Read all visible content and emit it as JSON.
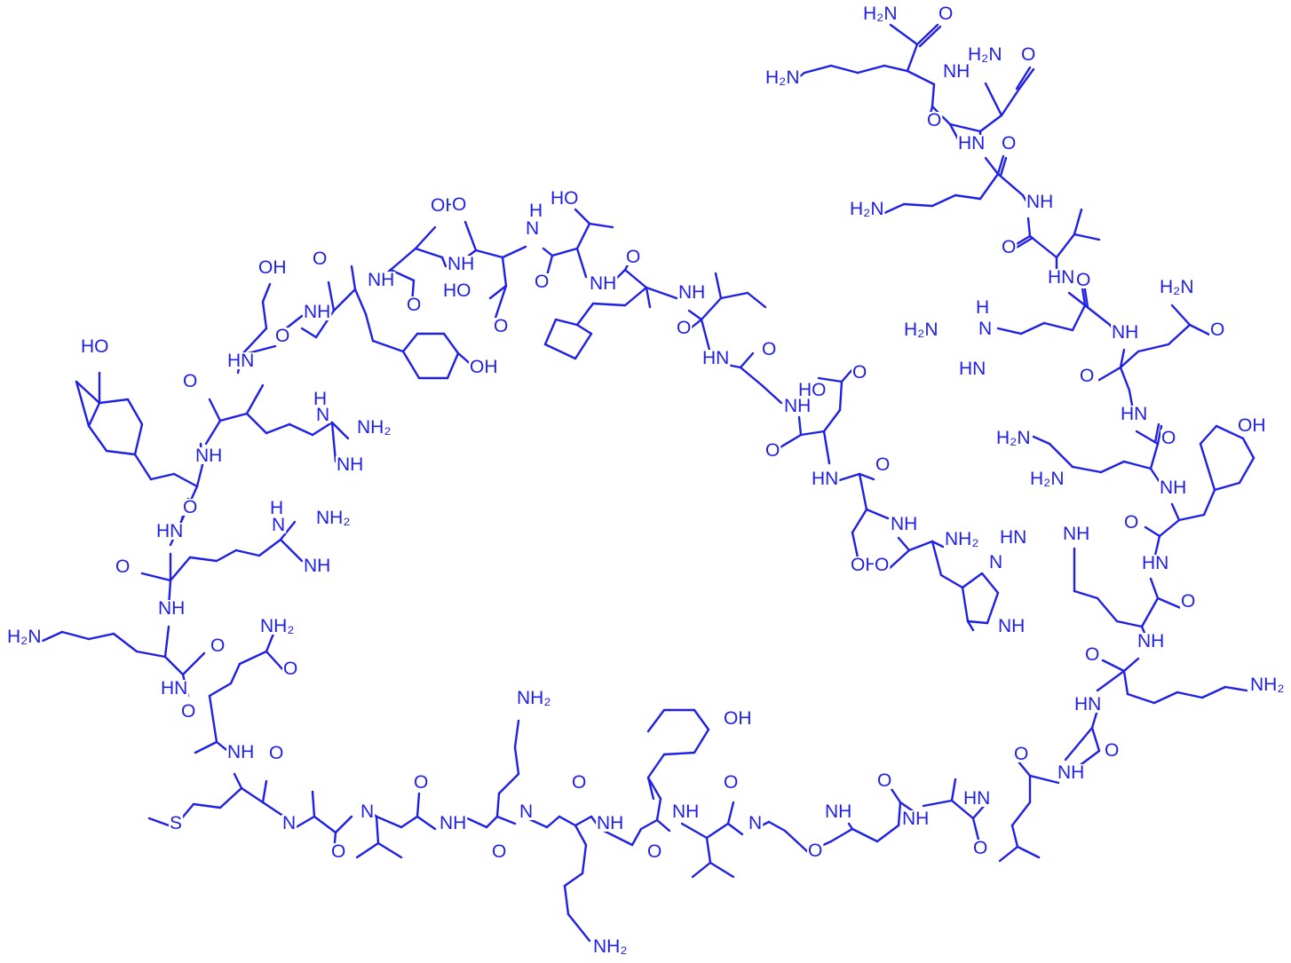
{
  "structure": {
    "color": "#1f1fe6",
    "atom_labels": [
      {
        "id": "nh2-top-amide",
        "text": "H₂N"
      },
      {
        "id": "o-top-amide",
        "text": "O"
      },
      {
        "id": "lys-c-nh2",
        "text": "H₂N"
      },
      {
        "id": "nh-c-term-1",
        "text": "NH"
      },
      {
        "id": "asn-side-nh2",
        "text": "H₂N"
      },
      {
        "id": "asn-side-o",
        "text": "O"
      },
      {
        "id": "asn-o",
        "text": "O"
      },
      {
        "id": "hn-asn",
        "text": "HN"
      },
      {
        "id": "o-lys2",
        "text": "O"
      },
      {
        "id": "lys2-nh2",
        "text": "H₂N"
      },
      {
        "id": "nh-lys2",
        "text": "NH"
      },
      {
        "id": "o-val1",
        "text": "O"
      },
      {
        "id": "hn-val1",
        "text": "HN"
      },
      {
        "id": "o-arg1",
        "text": "O"
      },
      {
        "id": "gln1-nh2",
        "text": "H₂N"
      },
      {
        "id": "gln1-o",
        "text": "O"
      },
      {
        "id": "arg1-hn",
        "text": "H"
      },
      {
        "id": "arg1-n",
        "text": "N"
      },
      {
        "id": "arg1-h2n",
        "text": "H₂N"
      },
      {
        "id": "arg1-hn-imine",
        "text": "HN"
      },
      {
        "id": "nh-arg1",
        "text": "NH"
      },
      {
        "id": "o-gln1",
        "text": "O"
      },
      {
        "id": "hn-gln1",
        "text": "HN"
      },
      {
        "id": "lys3-nh2",
        "text": "H₂N"
      },
      {
        "id": "o-lys3",
        "text": "O"
      },
      {
        "id": "tyr1-oh",
        "text": "OH"
      },
      {
        "id": "nh-lys3",
        "text": "NH"
      },
      {
        "id": "arg2-h2n",
        "text": "H₂N"
      },
      {
        "id": "o-tyr1",
        "text": "O"
      },
      {
        "id": "arg2-hn-imine",
        "text": "HN"
      },
      {
        "id": "arg2-nh",
        "text": "NH"
      },
      {
        "id": "hn-tyr1",
        "text": "HN"
      },
      {
        "id": "o-arg2",
        "text": "O"
      },
      {
        "id": "nh-arg2",
        "text": "NH"
      },
      {
        "id": "lys4-nh2",
        "text": "NH₂"
      },
      {
        "id": "o-lys4",
        "text": "O"
      },
      {
        "id": "hn-lys4",
        "text": "HN"
      },
      {
        "id": "o-gly1",
        "text": "O"
      },
      {
        "id": "nh-gly1",
        "text": "NH"
      },
      {
        "id": "o-leu1",
        "text": "O"
      },
      {
        "id": "hn-leu1",
        "text": "HN"
      },
      {
        "id": "o-val2",
        "text": "O"
      },
      {
        "id": "nh-val2",
        "text": "NH"
      },
      {
        "id": "o-ala1",
        "text": "O"
      },
      {
        "id": "nh-ala1",
        "text": "NH"
      },
      {
        "id": "o-ala2",
        "text": "O"
      },
      {
        "id": "hn-ala2",
        "text": "N"
      },
      {
        "id": "o-leu2",
        "text": "O"
      },
      {
        "id": "nh-leu2",
        "text": "NH"
      },
      {
        "id": "tyr2-oh",
        "text": "OH"
      },
      {
        "id": "o-tyr2",
        "text": "O"
      },
      {
        "id": "nh-tyr2",
        "text": "NH"
      },
      {
        "id": "o-lys5",
        "text": "O"
      },
      {
        "id": "n-lys5",
        "text": "N"
      },
      {
        "id": "lys5-nh2",
        "text": "NH₂"
      },
      {
        "id": "lys6-nh2",
        "text": "NH₂"
      },
      {
        "id": "o-lys6",
        "text": "O"
      },
      {
        "id": "nh-lys6",
        "text": "NH"
      },
      {
        "id": "o-val3",
        "text": "O"
      },
      {
        "id": "n-val3",
        "text": "N"
      },
      {
        "id": "o-ala3",
        "text": "O"
      },
      {
        "id": "n-ala3",
        "text": "N"
      },
      {
        "id": "o-met",
        "text": "O"
      },
      {
        "id": "nh-met",
        "text": "NH"
      },
      {
        "id": "s-met",
        "text": "S"
      },
      {
        "id": "o-gln2",
        "text": "O"
      },
      {
        "id": "gln2-nh2",
        "text": "NH₂"
      },
      {
        "id": "gln2-o",
        "text": "O"
      },
      {
        "id": "hn-gln2",
        "text": "HN"
      },
      {
        "id": "o-lys7",
        "text": "O"
      },
      {
        "id": "lys7-nh2",
        "text": "H₂N"
      },
      {
        "id": "nh-lys7",
        "text": "NH"
      },
      {
        "id": "o-arg3",
        "text": "O"
      },
      {
        "id": "arg3-h",
        "text": "H"
      },
      {
        "id": "arg3-n",
        "text": "N"
      },
      {
        "id": "arg3-nh2",
        "text": "NH₂"
      },
      {
        "id": "arg3-nh",
        "text": "NH"
      },
      {
        "id": "hn-arg3",
        "text": "HN"
      },
      {
        "id": "o-tyr3",
        "text": "O"
      },
      {
        "id": "tyr3-oh",
        "text": "HO"
      },
      {
        "id": "nh-tyr3",
        "text": "NH"
      },
      {
        "id": "o-arg4",
        "text": "O"
      },
      {
        "id": "arg4-h",
        "text": "H"
      },
      {
        "id": "arg4-n",
        "text": "N"
      },
      {
        "id": "arg4-nh2",
        "text": "NH₂"
      },
      {
        "id": "arg4-nh",
        "text": "NH"
      },
      {
        "id": "hn-arg4",
        "text": "HN"
      },
      {
        "id": "o-ser1",
        "text": "O"
      },
      {
        "id": "ser1-oh",
        "text": "OH"
      },
      {
        "id": "nh-ser1",
        "text": "NH"
      },
      {
        "id": "o-tyr4",
        "text": "O"
      },
      {
        "id": "nh-tyr4",
        "text": "NH"
      },
      {
        "id": "tyr4-oh",
        "text": "OH"
      },
      {
        "id": "o-ser2",
        "text": "O"
      },
      {
        "id": "ser2-oh",
        "text": "OH"
      },
      {
        "id": "nh-ser2",
        "text": "NH"
      },
      {
        "id": "o-asp1",
        "text": "O"
      },
      {
        "id": "asp1-ho",
        "text": "HO"
      },
      {
        "id": "asp1-o",
        "text": "O"
      },
      {
        "id": "nh-asp1",
        "text": "N"
      },
      {
        "id": "nh-asp1-h",
        "text": "H"
      },
      {
        "id": "o-thr",
        "text": "O"
      },
      {
        "id": "thr-ho",
        "text": "HO"
      },
      {
        "id": "nh-thr",
        "text": "NH"
      },
      {
        "id": "o-phe",
        "text": "O"
      },
      {
        "id": "nh-phe",
        "text": "NH"
      },
      {
        "id": "o-ile",
        "text": "O"
      },
      {
        "id": "hn-ile",
        "text": "HN"
      },
      {
        "id": "o-gly2",
        "text": "O"
      },
      {
        "id": "asp2-ho",
        "text": "HO"
      },
      {
        "id": "asp2-o",
        "text": "O"
      },
      {
        "id": "nh-gly2",
        "text": "NH"
      },
      {
        "id": "o-asp2",
        "text": "O"
      },
      {
        "id": "hn-asp2",
        "text": "HN"
      },
      {
        "id": "o-ser3",
        "text": "O"
      },
      {
        "id": "nh-ser3",
        "text": "NH"
      },
      {
        "id": "ser3-oh",
        "text": "OH"
      },
      {
        "id": "o-his",
        "text": "O"
      },
      {
        "id": "his-nh2",
        "text": "NH₂"
      },
      {
        "id": "his-n",
        "text": "N"
      },
      {
        "id": "his-nh",
        "text": "NH"
      }
    ]
  }
}
